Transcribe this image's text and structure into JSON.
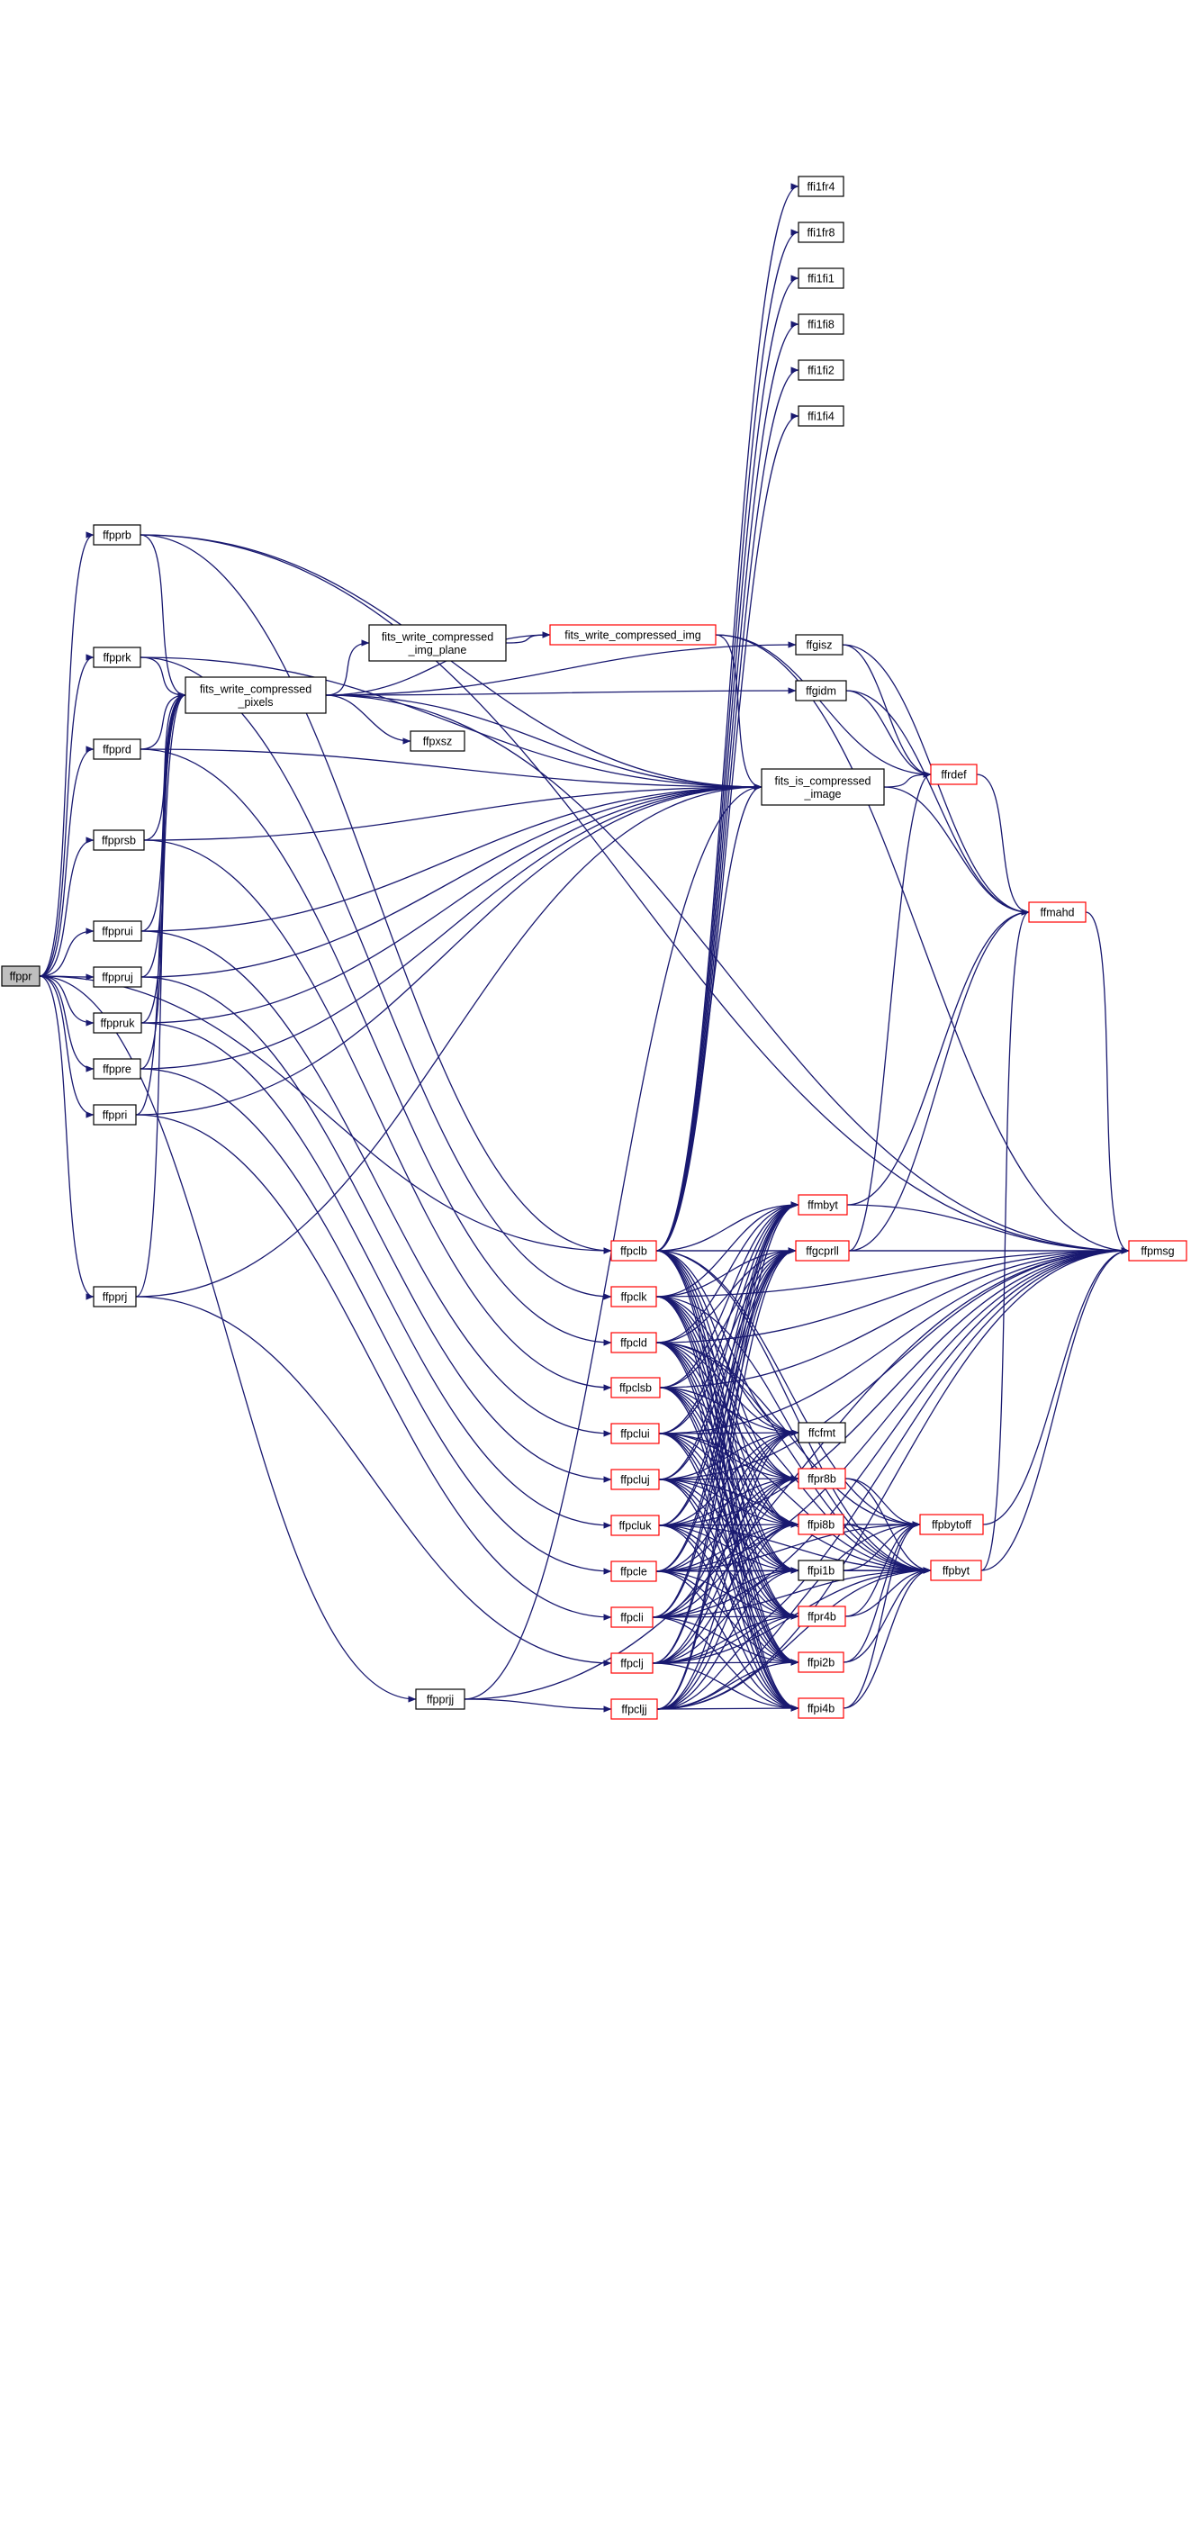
{
  "colors": {
    "edge": "#191970",
    "normal_border": "#000000",
    "red_border": "#ff0000",
    "root_fill": "#bfbfbf",
    "fill": "#ffffff"
  },
  "nodes": [
    {
      "id": "ffppr",
      "label": "ffppr",
      "style": "root"
    },
    {
      "id": "ffpprb",
      "label": "ffpprb",
      "style": "normal"
    },
    {
      "id": "ffpprk",
      "label": "ffpprk",
      "style": "normal"
    },
    {
      "id": "ffpprd",
      "label": "ffpprd",
      "style": "normal"
    },
    {
      "id": "ffpprsb",
      "label": "ffpprsb",
      "style": "normal"
    },
    {
      "id": "ffpprui",
      "label": "ffpprui",
      "style": "normal"
    },
    {
      "id": "ffppruj",
      "label": "ffppruj",
      "style": "normal"
    },
    {
      "id": "ffppruk",
      "label": "ffppruk",
      "style": "normal"
    },
    {
      "id": "ffppre",
      "label": "ffppre",
      "style": "normal"
    },
    {
      "id": "ffppri",
      "label": "ffppri",
      "style": "normal"
    },
    {
      "id": "ffpprj",
      "label": "ffpprj",
      "style": "normal"
    },
    {
      "id": "fwcp",
      "label": "fits_write_compressed\n_pixels",
      "style": "normal"
    },
    {
      "id": "fwcip",
      "label": "fits_write_compressed\n_img_plane",
      "style": "normal"
    },
    {
      "id": "ffpxsz",
      "label": "ffpxsz",
      "style": "normal"
    },
    {
      "id": "ffpprjj",
      "label": "ffpprjj",
      "style": "normal"
    },
    {
      "id": "fwci",
      "label": "fits_write_compressed_img",
      "style": "red"
    },
    {
      "id": "fici",
      "label": "fits_is_compressed\n_image",
      "style": "normal"
    },
    {
      "id": "ffi1fr4",
      "label": "ffi1fr4",
      "style": "normal"
    },
    {
      "id": "ffi1fr8",
      "label": "ffi1fr8",
      "style": "normal"
    },
    {
      "id": "ffi1fi1",
      "label": "ffi1fi1",
      "style": "normal"
    },
    {
      "id": "ffi1fi8",
      "label": "ffi1fi8",
      "style": "normal"
    },
    {
      "id": "ffi1fi2",
      "label": "ffi1fi2",
      "style": "normal"
    },
    {
      "id": "ffi1fi4",
      "label": "ffi1fi4",
      "style": "normal"
    },
    {
      "id": "ffgisz",
      "label": "ffgisz",
      "style": "normal"
    },
    {
      "id": "ffgidm",
      "label": "ffgidm",
      "style": "normal"
    },
    {
      "id": "ffrdef",
      "label": "ffrdef",
      "style": "red"
    },
    {
      "id": "ffmahd",
      "label": "ffmahd",
      "style": "red"
    },
    {
      "id": "ffpmsg",
      "label": "ffpmsg",
      "style": "red"
    },
    {
      "id": "ffpclb",
      "label": "ffpclb",
      "style": "red"
    },
    {
      "id": "ffpclk",
      "label": "ffpclk",
      "style": "red"
    },
    {
      "id": "ffpcld",
      "label": "ffpcld",
      "style": "red"
    },
    {
      "id": "ffpclsb",
      "label": "ffpclsb",
      "style": "red"
    },
    {
      "id": "ffpclui",
      "label": "ffpclui",
      "style": "red"
    },
    {
      "id": "ffpcluj",
      "label": "ffpcluj",
      "style": "red"
    },
    {
      "id": "ffpcluk",
      "label": "ffpcluk",
      "style": "red"
    },
    {
      "id": "ffpcle",
      "label": "ffpcle",
      "style": "red"
    },
    {
      "id": "ffpcli",
      "label": "ffpcli",
      "style": "red"
    },
    {
      "id": "ffpclj",
      "label": "ffpclj",
      "style": "red"
    },
    {
      "id": "ffpcljj",
      "label": "ffpcljj",
      "style": "red"
    },
    {
      "id": "ffmbyt",
      "label": "ffmbyt",
      "style": "red"
    },
    {
      "id": "ffgcprll",
      "label": "ffgcprll",
      "style": "red"
    },
    {
      "id": "ffcfmt",
      "label": "ffcfmt",
      "style": "normal"
    },
    {
      "id": "ffpr8b",
      "label": "ffpr8b",
      "style": "red"
    },
    {
      "id": "ffpi8b",
      "label": "ffpi8b",
      "style": "red"
    },
    {
      "id": "ffpi1b",
      "label": "ffpi1b",
      "style": "normal"
    },
    {
      "id": "ffpr4b",
      "label": "ffpr4b",
      "style": "red"
    },
    {
      "id": "ffpi2b",
      "label": "ffpi2b",
      "style": "red"
    },
    {
      "id": "ffpi4b",
      "label": "ffpi4b",
      "style": "red"
    },
    {
      "id": "ffpbytoff",
      "label": "ffpbytoff",
      "style": "red"
    },
    {
      "id": "ffpbyt",
      "label": "ffpbyt",
      "style": "red"
    }
  ],
  "edges": [
    [
      "ffppr",
      "ffpprb"
    ],
    [
      "ffppr",
      "ffpprk"
    ],
    [
      "ffppr",
      "ffpprd"
    ],
    [
      "ffppr",
      "ffpprsb"
    ],
    [
      "ffppr",
      "ffpprui"
    ],
    [
      "ffppr",
      "ffppruj"
    ],
    [
      "ffppr",
      "ffppruk"
    ],
    [
      "ffppr",
      "ffppre"
    ],
    [
      "ffppr",
      "ffppri"
    ],
    [
      "ffppr",
      "ffpprj"
    ],
    [
      "ffppr",
      "ffpprjj"
    ],
    [
      "ffppr",
      "ffpclb"
    ],
    [
      "ffpprb",
      "fwcp"
    ],
    [
      "ffpprb",
      "fici"
    ],
    [
      "ffpprb",
      "ffpmsg"
    ],
    [
      "ffpprb",
      "ffpclb"
    ],
    [
      "ffpprk",
      "fwcp"
    ],
    [
      "ffpprk",
      "fici"
    ],
    [
      "ffpprk",
      "ffpclk"
    ],
    [
      "ffpprd",
      "fwcp"
    ],
    [
      "ffpprd",
      "fici"
    ],
    [
      "ffpprd",
      "ffpcld"
    ],
    [
      "ffpprsb",
      "fwcp"
    ],
    [
      "ffpprsb",
      "fici"
    ],
    [
      "ffpprsb",
      "ffpclsb"
    ],
    [
      "ffpprui",
      "fwcp"
    ],
    [
      "ffpprui",
      "fici"
    ],
    [
      "ffpprui",
      "ffpclui"
    ],
    [
      "ffppruj",
      "fwcp"
    ],
    [
      "ffppruj",
      "fici"
    ],
    [
      "ffppruj",
      "ffpcluj"
    ],
    [
      "ffppruk",
      "fwcp"
    ],
    [
      "ffppruk",
      "fici"
    ],
    [
      "ffppruk",
      "ffpcluk"
    ],
    [
      "ffppre",
      "fwcp"
    ],
    [
      "ffppre",
      "fici"
    ],
    [
      "ffppre",
      "ffpcle"
    ],
    [
      "ffppri",
      "fwcp"
    ],
    [
      "ffppri",
      "fici"
    ],
    [
      "ffppri",
      "ffpcli"
    ],
    [
      "ffpprj",
      "fwcp"
    ],
    [
      "ffpprj",
      "fici"
    ],
    [
      "ffpprj",
      "ffpclj"
    ],
    [
      "ffpprjj",
      "ffpcljj"
    ],
    [
      "ffpprjj",
      "fici"
    ],
    [
      "ffpprjj",
      "ffpmsg"
    ],
    [
      "fwcp",
      "fwcip"
    ],
    [
      "fwcp",
      "ffpxsz"
    ],
    [
      "fwcp",
      "fwci"
    ],
    [
      "fwcp",
      "ffgisz"
    ],
    [
      "fwcp",
      "ffgidm"
    ],
    [
      "fwcp",
      "ffpmsg"
    ],
    [
      "fwcp",
      "fici"
    ],
    [
      "fwcip",
      "fwci"
    ],
    [
      "fwci",
      "ffpmsg"
    ],
    [
      "fwci",
      "fici"
    ],
    [
      "fwci",
      "ffrdef"
    ],
    [
      "fici",
      "ffrdef"
    ],
    [
      "fici",
      "ffmahd"
    ],
    [
      "ffgisz",
      "ffrdef"
    ],
    [
      "ffgisz",
      "ffmahd"
    ],
    [
      "ffgidm",
      "ffrdef"
    ],
    [
      "ffgidm",
      "ffmahd"
    ],
    [
      "ffrdef",
      "ffmahd"
    ],
    [
      "ffmahd",
      "ffpmsg"
    ],
    [
      "ffpclb",
      "ffi1fr4"
    ],
    [
      "ffpclb",
      "ffi1fr8"
    ],
    [
      "ffpclb",
      "ffi1fi1"
    ],
    [
      "ffpclb",
      "ffi1fi8"
    ],
    [
      "ffpclb",
      "ffi1fi2"
    ],
    [
      "ffpclb",
      "ffi1fi4"
    ],
    [
      "ffpclb",
      "ffgcprll"
    ],
    [
      "ffpclb",
      "ffmbyt"
    ],
    [
      "ffpclb",
      "ffcfmt"
    ],
    [
      "ffpclb",
      "ffpr8b"
    ],
    [
      "ffpclb",
      "ffpi8b"
    ],
    [
      "ffpclb",
      "ffpi1b"
    ],
    [
      "ffpclb",
      "ffpr4b"
    ],
    [
      "ffpclb",
      "ffpi2b"
    ],
    [
      "ffpclb",
      "ffpi4b"
    ],
    [
      "ffpclb",
      "ffpbytoff"
    ],
    [
      "ffpclb",
      "ffpbyt"
    ],
    [
      "ffpclb",
      "ffpmsg"
    ],
    [
      "ffpclb",
      "fici"
    ],
    [
      "ffpclk",
      "ffgcprll"
    ],
    [
      "ffpclk",
      "ffmbyt"
    ],
    [
      "ffpclk",
      "ffcfmt"
    ],
    [
      "ffpclk",
      "ffpr8b"
    ],
    [
      "ffpclk",
      "ffpi8b"
    ],
    [
      "ffpclk",
      "ffpi1b"
    ],
    [
      "ffpclk",
      "ffpr4b"
    ],
    [
      "ffpclk",
      "ffpi2b"
    ],
    [
      "ffpclk",
      "ffpi4b"
    ],
    [
      "ffpclk",
      "ffpbyt"
    ],
    [
      "ffpclk",
      "ffpmsg"
    ],
    [
      "ffpcld",
      "ffgcprll"
    ],
    [
      "ffpcld",
      "ffmbyt"
    ],
    [
      "ffpcld",
      "ffcfmt"
    ],
    [
      "ffpcld",
      "ffpr8b"
    ],
    [
      "ffpcld",
      "ffpi8b"
    ],
    [
      "ffpcld",
      "ffpi1b"
    ],
    [
      "ffpcld",
      "ffpr4b"
    ],
    [
      "ffpcld",
      "ffpi2b"
    ],
    [
      "ffpcld",
      "ffpi4b"
    ],
    [
      "ffpcld",
      "ffpbytoff"
    ],
    [
      "ffpcld",
      "ffpbyt"
    ],
    [
      "ffpcld",
      "ffpmsg"
    ],
    [
      "ffpclsb",
      "ffgcprll"
    ],
    [
      "ffpclsb",
      "ffmbyt"
    ],
    [
      "ffpclsb",
      "ffcfmt"
    ],
    [
      "ffpclsb",
      "ffpr8b"
    ],
    [
      "ffpclsb",
      "ffpi8b"
    ],
    [
      "ffpclsb",
      "ffpi1b"
    ],
    [
      "ffpclsb",
      "ffpr4b"
    ],
    [
      "ffpclsb",
      "ffpi2b"
    ],
    [
      "ffpclsb",
      "ffpi4b"
    ],
    [
      "ffpclsb",
      "ffpbyt"
    ],
    [
      "ffpclsb",
      "ffpmsg"
    ],
    [
      "ffpclui",
      "ffgcprll"
    ],
    [
      "ffpclui",
      "ffmbyt"
    ],
    [
      "ffpclui",
      "ffcfmt"
    ],
    [
      "ffpclui",
      "ffpr8b"
    ],
    [
      "ffpclui",
      "ffpi8b"
    ],
    [
      "ffpclui",
      "ffpi1b"
    ],
    [
      "ffpclui",
      "ffpr4b"
    ],
    [
      "ffpclui",
      "ffpi2b"
    ],
    [
      "ffpclui",
      "ffpi4b"
    ],
    [
      "ffpclui",
      "ffpbyt"
    ],
    [
      "ffpclui",
      "ffpmsg"
    ],
    [
      "ffpcluj",
      "ffgcprll"
    ],
    [
      "ffpcluj",
      "ffmbyt"
    ],
    [
      "ffpcluj",
      "ffcfmt"
    ],
    [
      "ffpcluj",
      "ffpr8b"
    ],
    [
      "ffpcluj",
      "ffpi8b"
    ],
    [
      "ffpcluj",
      "ffpi1b"
    ],
    [
      "ffpcluj",
      "ffpr4b"
    ],
    [
      "ffpcluj",
      "ffpi2b"
    ],
    [
      "ffpcluj",
      "ffpi4b"
    ],
    [
      "ffpcluj",
      "ffpbyt"
    ],
    [
      "ffpcluj",
      "ffpmsg"
    ],
    [
      "ffpcluk",
      "ffgcprll"
    ],
    [
      "ffpcluk",
      "ffmbyt"
    ],
    [
      "ffpcluk",
      "ffcfmt"
    ],
    [
      "ffpcluk",
      "ffpr8b"
    ],
    [
      "ffpcluk",
      "ffpi8b"
    ],
    [
      "ffpcluk",
      "ffpi1b"
    ],
    [
      "ffpcluk",
      "ffpr4b"
    ],
    [
      "ffpcluk",
      "ffpi2b"
    ],
    [
      "ffpcluk",
      "ffpi4b"
    ],
    [
      "ffpcluk",
      "ffpbyt"
    ],
    [
      "ffpcluk",
      "ffpmsg"
    ],
    [
      "ffpcle",
      "ffgcprll"
    ],
    [
      "ffpcle",
      "ffmbyt"
    ],
    [
      "ffpcle",
      "ffcfmt"
    ],
    [
      "ffpcle",
      "ffpr8b"
    ],
    [
      "ffpcle",
      "ffpi8b"
    ],
    [
      "ffpcle",
      "ffpi1b"
    ],
    [
      "ffpcle",
      "ffpr4b"
    ],
    [
      "ffpcle",
      "ffpi2b"
    ],
    [
      "ffpcle",
      "ffpi4b"
    ],
    [
      "ffpcle",
      "ffpbytoff"
    ],
    [
      "ffpcle",
      "ffpbyt"
    ],
    [
      "ffpcle",
      "ffpmsg"
    ],
    [
      "ffpcli",
      "ffgcprll"
    ],
    [
      "ffpcli",
      "ffmbyt"
    ],
    [
      "ffpcli",
      "ffcfmt"
    ],
    [
      "ffpcli",
      "ffpr8b"
    ],
    [
      "ffpcli",
      "ffpi8b"
    ],
    [
      "ffpcli",
      "ffpi1b"
    ],
    [
      "ffpcli",
      "ffpr4b"
    ],
    [
      "ffpcli",
      "ffpi2b"
    ],
    [
      "ffpcli",
      "ffpi4b"
    ],
    [
      "ffpcli",
      "ffpbyt"
    ],
    [
      "ffpcli",
      "ffpmsg"
    ],
    [
      "ffpclj",
      "ffgcprll"
    ],
    [
      "ffpclj",
      "ffmbyt"
    ],
    [
      "ffpclj",
      "ffcfmt"
    ],
    [
      "ffpclj",
      "ffpr8b"
    ],
    [
      "ffpclj",
      "ffpi8b"
    ],
    [
      "ffpclj",
      "ffpi1b"
    ],
    [
      "ffpclj",
      "ffpr4b"
    ],
    [
      "ffpclj",
      "ffpi2b"
    ],
    [
      "ffpclj",
      "ffpi4b"
    ],
    [
      "ffpclj",
      "ffpbyt"
    ],
    [
      "ffpclj",
      "ffpmsg"
    ],
    [
      "ffpcljj",
      "ffgcprll"
    ],
    [
      "ffpcljj",
      "ffmbyt"
    ],
    [
      "ffpcljj",
      "ffcfmt"
    ],
    [
      "ffpcljj",
      "ffpr8b"
    ],
    [
      "ffpcljj",
      "ffpi8b"
    ],
    [
      "ffpcljj",
      "ffpi1b"
    ],
    [
      "ffpcljj",
      "ffpr4b"
    ],
    [
      "ffpcljj",
      "ffpi2b"
    ],
    [
      "ffpcljj",
      "ffpi4b"
    ],
    [
      "ffpcljj",
      "ffpbytoff"
    ],
    [
      "ffpcljj",
      "ffpbyt"
    ],
    [
      "ffpcljj",
      "ffpmsg"
    ],
    [
      "ffmbyt",
      "ffmahd"
    ],
    [
      "ffmbyt",
      "ffpmsg"
    ],
    [
      "ffgcprll",
      "ffrdef"
    ],
    [
      "ffgcprll",
      "ffmahd"
    ],
    [
      "ffgcprll",
      "ffpmsg"
    ],
    [
      "ffpr8b",
      "ffpbytoff"
    ],
    [
      "ffpr8b",
      "ffpbyt"
    ],
    [
      "ffpi8b",
      "ffpbytoff"
    ],
    [
      "ffpi8b",
      "ffpbyt"
    ],
    [
      "ffpi1b",
      "ffpbytoff"
    ],
    [
      "ffpi1b",
      "ffpbyt"
    ],
    [
      "ffpr4b",
      "ffpbytoff"
    ],
    [
      "ffpr4b",
      "ffpbyt"
    ],
    [
      "ffpi2b",
      "ffpbytoff"
    ],
    [
      "ffpi2b",
      "ffpbyt"
    ],
    [
      "ffpi4b",
      "ffpbytoff"
    ],
    [
      "ffpi4b",
      "ffpbyt"
    ],
    [
      "ffpbytoff",
      "ffpmsg"
    ],
    [
      "ffpbyt",
      "ffmahd"
    ],
    [
      "ffpbyt",
      "ffpmsg"
    ]
  ]
}
